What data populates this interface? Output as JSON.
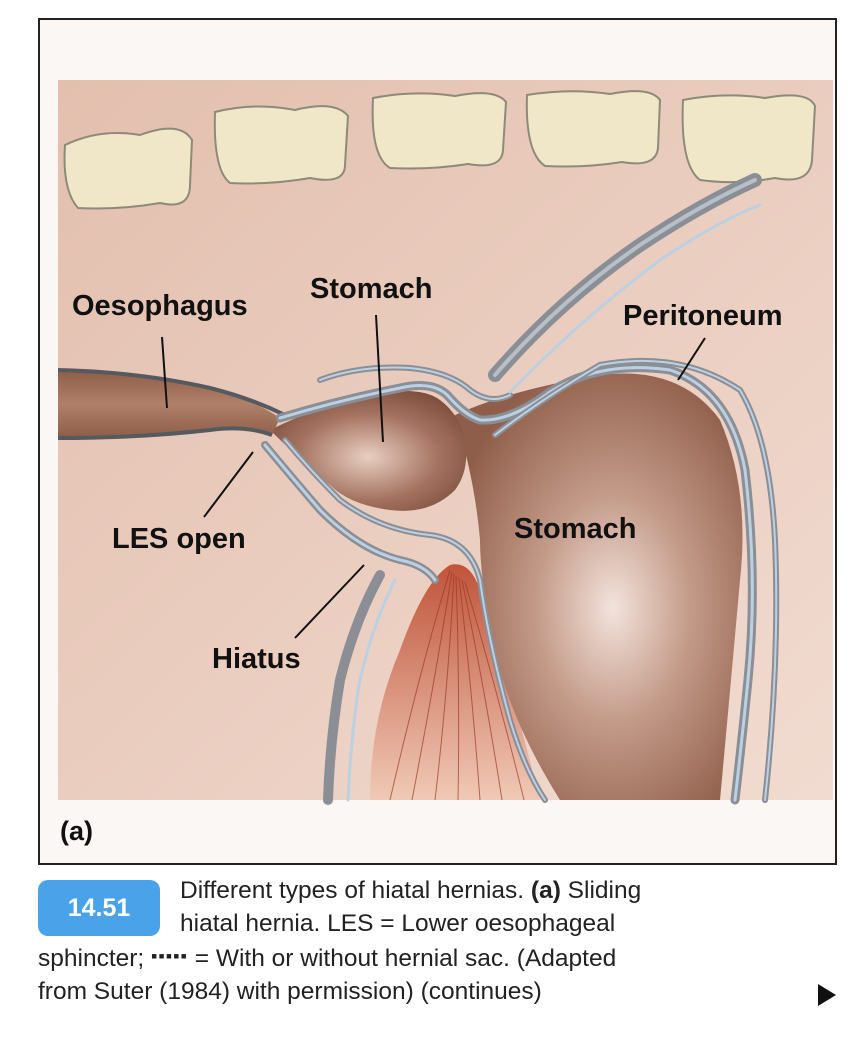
{
  "figure": {
    "panel_letter": "(a)",
    "labels": {
      "oesophagus": "Oesophagus",
      "stomach_upper": "Stomach",
      "peritoneum": "Peritoneum",
      "les_open": "LES open",
      "stomach_main": "Stomach",
      "hiatus": "Hiatus"
    }
  },
  "caption": {
    "number": "14.51",
    "line1_a": "Different types of hiatal hernias. ",
    "line1_bold": "(a)",
    "line1_b": " Sliding",
    "line2": "hiatal hernia. LES = Lower oesophageal",
    "line3_a": "sphincter; ",
    "line3_dots": "▪▪▪▪▪",
    "line3_b": " = With or without hernial sac. (Adapted",
    "line4": "from Suter (1984) with permission) (continues)"
  },
  "colors": {
    "background_tissue": "#eacbbd",
    "vertebra": "#f0e6c8",
    "stomach": "#a87560",
    "membrane_grey": "#8b8f95",
    "membrane_blue": "#bcd0e4",
    "diaphragm_red": "#c86a50",
    "badge": "#4aa3e8"
  }
}
